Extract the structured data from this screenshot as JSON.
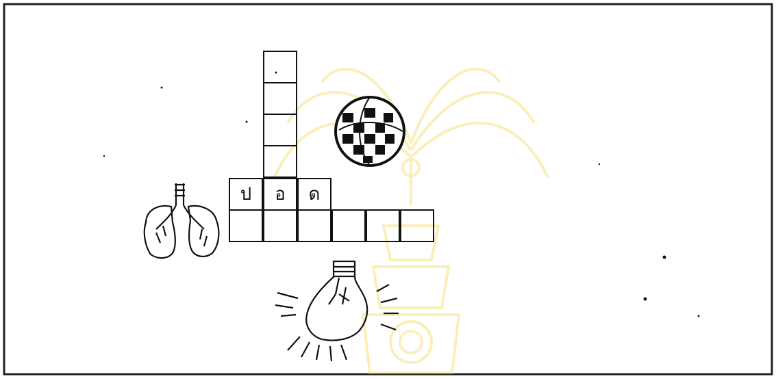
{
  "puzzle": {
    "letters": [
      "ป",
      "อ",
      "ด"
    ],
    "icons": [
      "lungs-icon",
      "globe-icon",
      "light-bulb-icon"
    ],
    "colors": {
      "ink": "#111111",
      "watermark": "#f3d23a",
      "border": "#222222"
    }
  }
}
